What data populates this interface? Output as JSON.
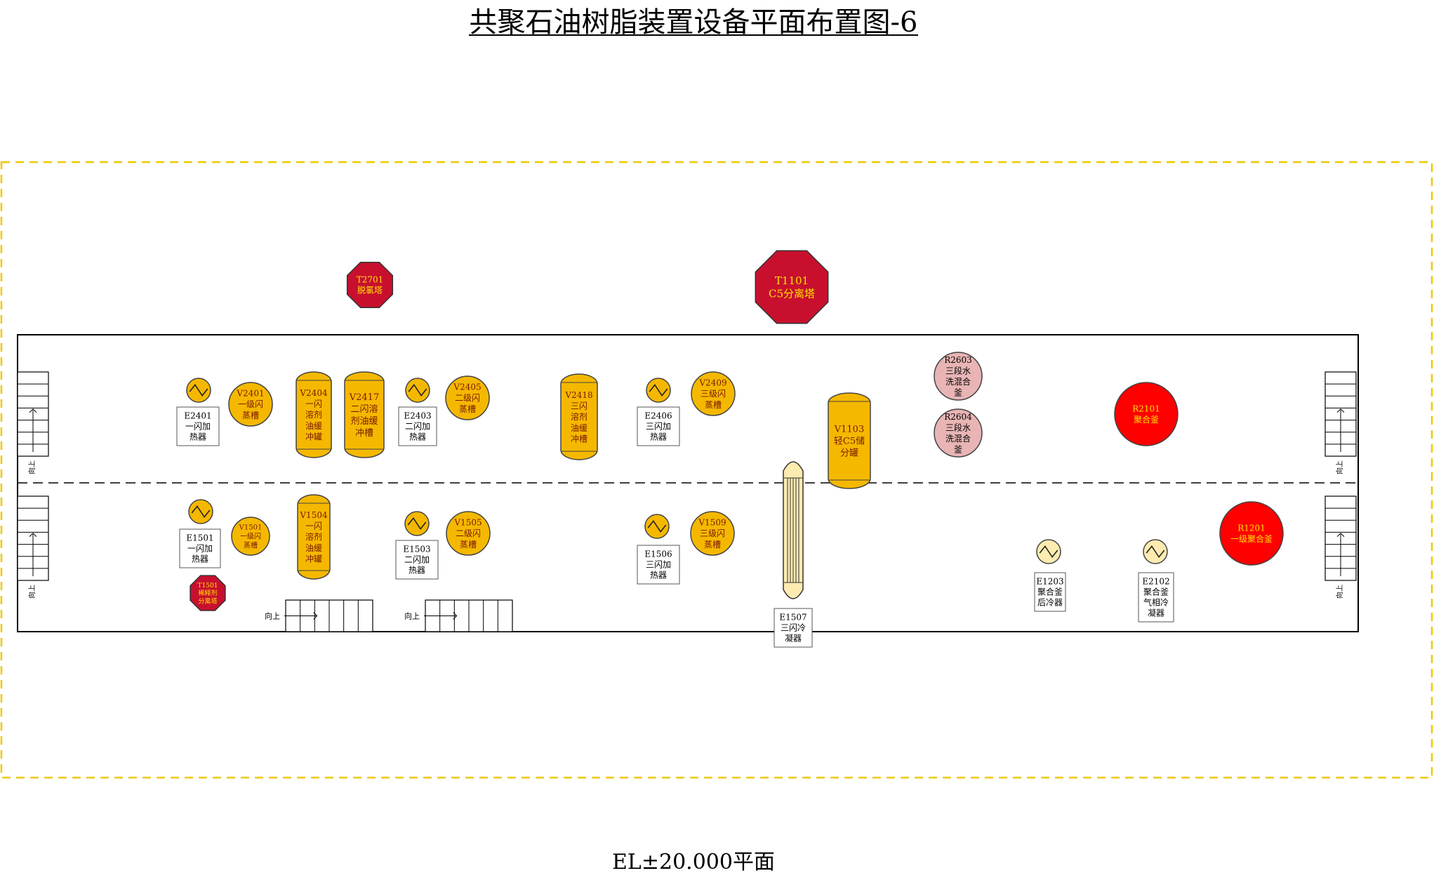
{
  "title": "共聚石油树脂装置设备平面布置图-6",
  "footer": "EL±20.000平面",
  "stairs_label": "向上",
  "colors": {
    "vessel_fill": "#F5B800",
    "vessel_stroke": "#444444",
    "vessel_text": "#7a1a00",
    "tower_fill": "#C8102E",
    "tower_text": "#FFE100",
    "reactor_fill": "#FF0000",
    "reactor_text": "#FFE100",
    "mixer_fill": "#E8B4B4",
    "exchanger_fill": "#FDEBB0",
    "boundary_dash": "#F0C800",
    "line": "#000000"
  },
  "towers": [
    {
      "id": "T2701",
      "name": "脱氯塔"
    },
    {
      "id": "T1101",
      "name": "C5分离塔"
    },
    {
      "id": "T1501",
      "name": "稀释剂分离塔"
    }
  ],
  "tanks": [
    {
      "id": "V2404",
      "name": "一闪溶剂油缓冲罐"
    },
    {
      "id": "V2417",
      "name": "二闪溶剂油缓冲槽"
    },
    {
      "id": "V2418",
      "name": "三闪溶剂油缓冲槽"
    },
    {
      "id": "V1504",
      "name": "一闪溶剂油缓冲罐"
    },
    {
      "id": "V1103",
      "name": "轻C5储分罐"
    }
  ],
  "flash_tanks": [
    {
      "id": "V2401",
      "name": "一级闪蒸槽"
    },
    {
      "id": "V2405",
      "name": "二级闪蒸槽"
    },
    {
      "id": "V2409",
      "name": "三级闪蒸槽"
    },
    {
      "id": "V1501",
      "name": "一级闪蒸槽"
    },
    {
      "id": "V1505",
      "name": "二级闪蒸槽"
    },
    {
      "id": "V1509",
      "name": "三级闪蒸槽"
    }
  ],
  "exchangers": [
    {
      "id": "E2401",
      "name": "一闪加热器"
    },
    {
      "id": "E2403",
      "name": "二闪加热器"
    },
    {
      "id": "E2406",
      "name": "三闪加热器"
    },
    {
      "id": "E1501",
      "name": "一闪加热器"
    },
    {
      "id": "E1503",
      "name": "二闪加热器"
    },
    {
      "id": "E1506",
      "name": "三闪加热器"
    },
    {
      "id": "E1203",
      "name": "聚合釜后冷器"
    },
    {
      "id": "E2102",
      "name": "聚合釜气相冷凝器"
    }
  ],
  "condenser": {
    "id": "E1507",
    "name": "三闪冷凝器"
  },
  "mixers": [
    {
      "id": "R2603",
      "name": "三段水洗混合釜"
    },
    {
      "id": "R2604",
      "name": "三段水洗混合釜"
    }
  ],
  "reactors": [
    {
      "id": "R2101",
      "name": "聚合釜"
    },
    {
      "id": "R1201",
      "name": "一级聚合釜"
    }
  ]
}
